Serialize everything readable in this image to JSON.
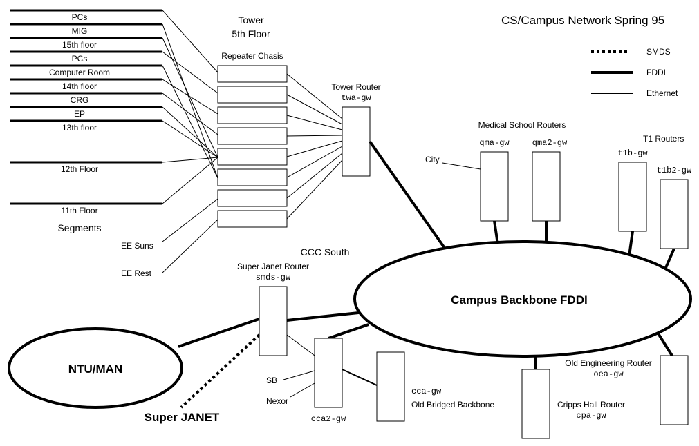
{
  "title": "CS/Campus Network Spring 95",
  "legend": {
    "smds": "SMDS",
    "fddi": "FDDI",
    "ethernet": "Ethernet"
  },
  "tower": {
    "title_line1": "Tower",
    "title_line2": "5th Floor",
    "repeater_label": "Repeater Chasis",
    "router_name": "Tower Router",
    "router_host": "twa-gw"
  },
  "segments": {
    "heading": "Segments",
    "items": [
      "PCs",
      "MIG",
      "15th floor",
      "PCs",
      "Computer Room",
      "14th floor",
      "CRG",
      "EP",
      "13th floor",
      "12th Floor",
      "11th Floor"
    ]
  },
  "ee": {
    "suns": "EE Suns",
    "rest": "EE Rest"
  },
  "medical": {
    "heading": "Medical School Routers",
    "r1": "qma-gw",
    "r2": "qma2-gw",
    "city": "City"
  },
  "t1": {
    "heading": "T1 Routers",
    "r1": "t1b-gw",
    "r2": "t1b2-gw"
  },
  "backbone": "Campus Backbone FDDI",
  "ccc": {
    "heading": "CCC South",
    "superjanet_router": "Super Janet Router",
    "smds_host": "smds-gw",
    "cca2": "cca2-gw",
    "cca": "cca-gw",
    "old_bridged": "Old Bridged Backbone",
    "sb": "SB",
    "nexor": "Nexor"
  },
  "ntu": "NTU/MAN",
  "superjanet": "Super JANET",
  "oea": {
    "name": "Old Engineering Router",
    "host": "oea-gw"
  },
  "cpa": {
    "name": "Cripps Hall Router",
    "host": "cpa-gw"
  }
}
